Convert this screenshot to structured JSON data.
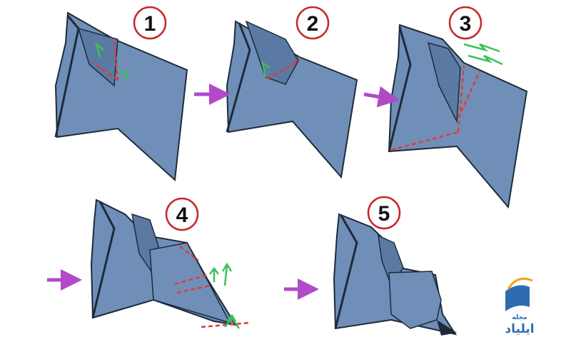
{
  "steps": [
    {
      "number": "1"
    },
    {
      "number": "2"
    },
    {
      "number": "3"
    },
    {
      "number": "4"
    },
    {
      "number": "5"
    }
  ],
  "colors": {
    "paper": "#6f8fb8",
    "paper_shade": "#5a7aa3",
    "paper_edge": "#1e2a3a",
    "fold_line": "#e53935",
    "move_arrow": "#3cc05a",
    "step_arrow": "#b24ac8",
    "badge_ring": "#c62828"
  },
  "logo": {
    "line1": "مجله",
    "line2": "ایلیاد",
    "text_color": "#2e6cb0",
    "accent": "#f4a21a"
  }
}
